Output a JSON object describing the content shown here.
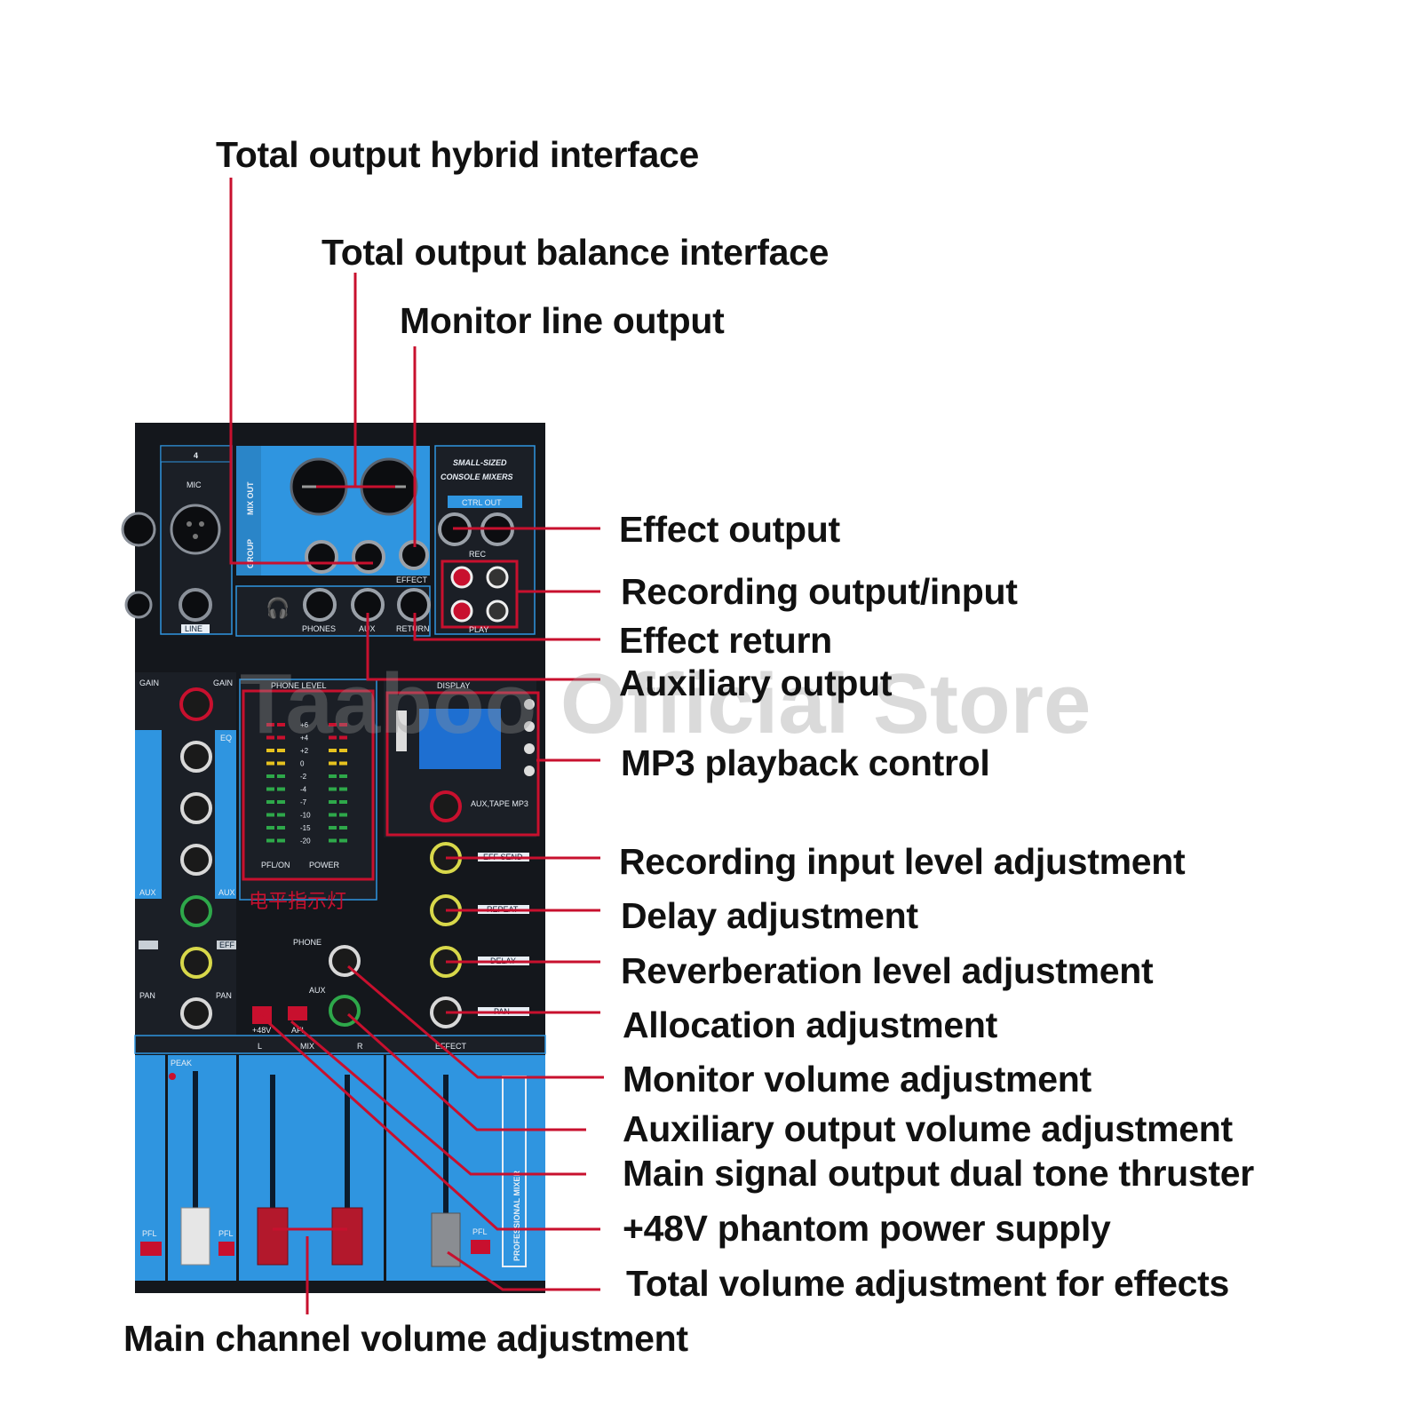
{
  "watermark": "Taaboo Official Store",
  "panel": {
    "channel_number": "4",
    "mic": "MIC",
    "line": "LINE",
    "gain": "GAIN",
    "eq": "EQ",
    "aux": "AUX",
    "eff": "EFF",
    "pan": "PAN",
    "peak": "PEAK",
    "pfl": "PFL",
    "mix_out": "MIX OUT",
    "group": "GROUP",
    "brand_line1": "SMALL-SIZED",
    "brand_line2": "CONSOLE MIXERS",
    "ctrl_out": "CTRL OUT",
    "rec": "REC",
    "play": "PLAY",
    "effect": "EFFECT",
    "phones": "PHONES",
    "return": "RETURN",
    "phone_level": "PHONE LEVEL",
    "display": "DISPLAY",
    "meter_scale": [
      "+6",
      "+4",
      "+2",
      "0",
      "-2",
      "-4",
      "-7",
      "-10",
      "-15",
      "-20"
    ],
    "pfl_on": "PFL/ON",
    "power": "POWER",
    "level_indicator": "电平指示灯",
    "phone": "PHONE",
    "aux_tape_mp3": "AUX,TAPE MP3",
    "eff_send": "EFF SEND",
    "repeat": "REPEAT",
    "delay": "DELAY",
    "plus48v": "+48V",
    "afl": "AFL",
    "mix_l": "L",
    "mix": "MIX",
    "mix_r": "R",
    "effect_strip": "EFFECT",
    "professional_mixer": "PROFESSIONAL MIXER"
  },
  "callouts": [
    "Total output hybrid interface",
    "Total output balance interface",
    "Monitor line output",
    "Effect output",
    "Recording output/input",
    "Effect return",
    "Auxiliary output",
    "MP3 playback control",
    "Recording input level adjustment",
    "Delay adjustment",
    "Reverberation level adjustment",
    "Allocation adjustment",
    "Monitor volume adjustment",
    "Auxiliary output volume adjustment",
    "Main signal output dual tone thruster",
    "+48V phantom power supply",
    "Total volume adjustment for effects",
    "Main channel volume adjustment"
  ],
  "colors": {
    "leader_line": "#c8102e",
    "panel_black": "#14171c",
    "panel_blue": "#2f95e0"
  }
}
